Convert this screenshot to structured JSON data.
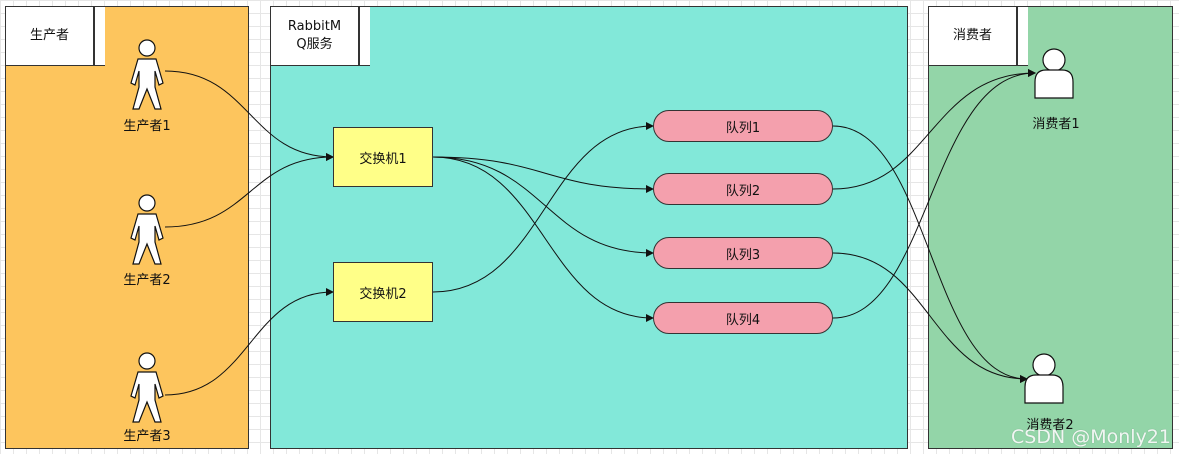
{
  "lanes": {
    "producer": {
      "title": "生产者",
      "color": "#fdc55d"
    },
    "rabbitmq": {
      "title": "RabbitM\nQ服务",
      "color": "#82e8d9"
    },
    "consumer": {
      "title": "消费者",
      "color": "#93d5a8"
    }
  },
  "producers": [
    {
      "label": "生产者1"
    },
    {
      "label": "生产者2"
    },
    {
      "label": "生产者3"
    }
  ],
  "exchanges": [
    {
      "label": "交换机1"
    },
    {
      "label": "交换机2"
    }
  ],
  "queues": [
    {
      "label": "队列1"
    },
    {
      "label": "队列2"
    },
    {
      "label": "队列3"
    },
    {
      "label": "队列4"
    }
  ],
  "consumers": [
    {
      "label": "消费者1"
    },
    {
      "label": "消费者2"
    }
  ],
  "icons": {
    "actor": "stick-figure-actor-icon",
    "user": "user-avatar-icon"
  },
  "watermark": "CSDN @Monly21"
}
